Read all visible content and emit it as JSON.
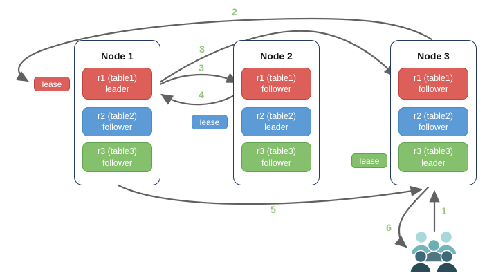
{
  "nodes": [
    {
      "title": "Node 1",
      "replicas": [
        {
          "line1": "r1 (table1)",
          "line2": "leader",
          "color": "red"
        },
        {
          "line1": "r2 (table2)",
          "line2": "follower",
          "color": "blue"
        },
        {
          "line1": "r3 (table3)",
          "line2": "follower",
          "color": "green"
        }
      ]
    },
    {
      "title": "Node 2",
      "replicas": [
        {
          "line1": "r1 (table1)",
          "line2": "follower",
          "color": "red"
        },
        {
          "line1": "r2 (table2)",
          "line2": "leader",
          "color": "blue"
        },
        {
          "line1": "r3 (table3)",
          "line2": "follower",
          "color": "green"
        }
      ]
    },
    {
      "title": "Node 3",
      "replicas": [
        {
          "line1": "r1 (table1)",
          "line2": "follower",
          "color": "red"
        },
        {
          "line1": "r2 (table2)",
          "line2": "follower",
          "color": "blue"
        },
        {
          "line1": "r3 (table3)",
          "line2": "leader",
          "color": "green"
        }
      ]
    }
  ],
  "leases": [
    {
      "label": "lease",
      "color": "red"
    },
    {
      "label": "lease",
      "color": "blue"
    },
    {
      "label": "lease",
      "color": "green"
    }
  ],
  "steps": {
    "step1": "1",
    "step2": "2",
    "step3a": "3",
    "step3b": "3",
    "step4": "4",
    "step5": "5",
    "step6": "6"
  },
  "edges": [
    {
      "step": "1",
      "from": "users",
      "to": "node-3"
    },
    {
      "step": "2",
      "from": "node-3",
      "to": "lease-red"
    },
    {
      "step": "3",
      "from": "node-1-r1-leader",
      "to": "node-2-r1-follower"
    },
    {
      "step": "3",
      "from": "node-1-r1-leader",
      "to": "node-3-r1-follower"
    },
    {
      "step": "4",
      "from": "node-2-r1-follower",
      "to": "node-1-r1-leader"
    },
    {
      "step": "5",
      "from": "node-1",
      "to": "node-3"
    },
    {
      "step": "6",
      "from": "node-3",
      "to": "users"
    }
  ],
  "icons": {
    "users": "users-group-icon"
  },
  "colors": {
    "red_fill": "#dc5f5a",
    "red_border": "#bf4340",
    "blue_fill": "#5c9bd6",
    "blue_border": "#4a8bc4",
    "green_fill": "#85c06d",
    "green_border": "#61a352",
    "node_border": "#23395d",
    "arrow": "#616161",
    "step_label": "#93c47d",
    "user_light": "#a9d7da",
    "user_teal": "#72b6bc",
    "user_slate": "#527681",
    "user_dark_head": "#3c6a7a",
    "user_dark_body": "#294c58"
  }
}
